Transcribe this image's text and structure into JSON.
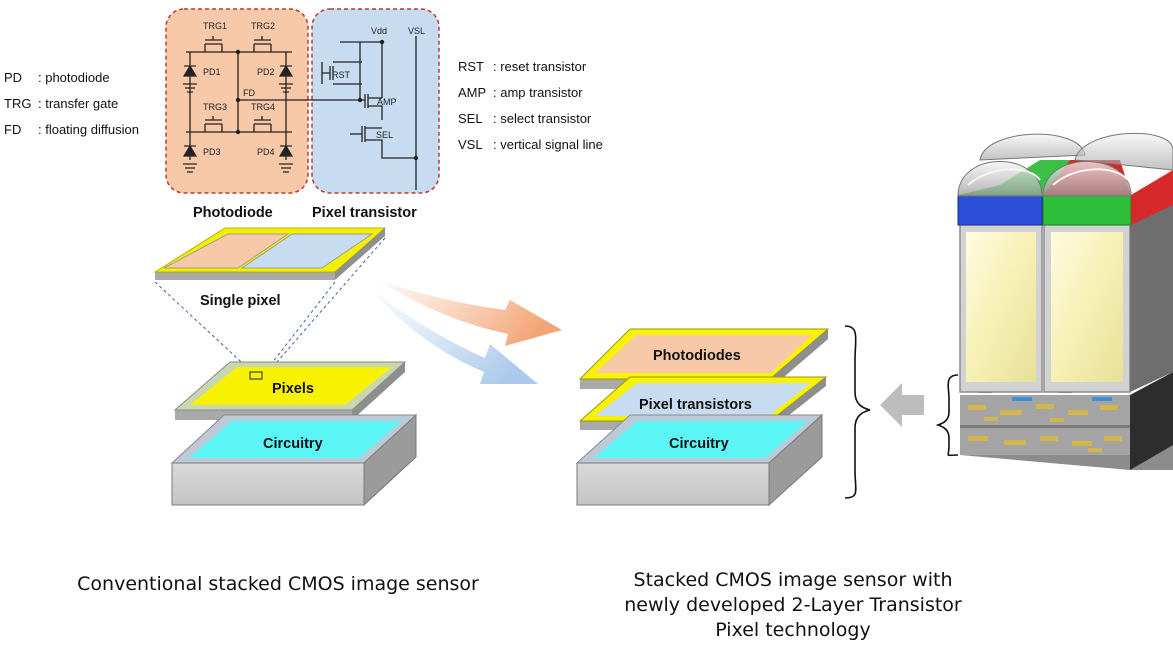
{
  "legend_left": [
    {
      "abbr": "PD",
      "desc": ": photodiode"
    },
    {
      "abbr": "TRG",
      "desc": ": transfer gate"
    },
    {
      "abbr": "FD",
      "desc": ": floating diffusion"
    }
  ],
  "legend_right": [
    {
      "abbr": "RST",
      "desc": ": reset transistor"
    },
    {
      "abbr": "AMP",
      "desc": ": amp transistor"
    },
    {
      "abbr": "SEL",
      "desc": ": select transistor"
    },
    {
      "abbr": "VSL",
      "desc": ": vertical signal line"
    }
  ],
  "circuit": {
    "trg1": "TRG1",
    "trg2": "TRG2",
    "trg3": "TRG3",
    "trg4": "TRG4",
    "pd1": "PD1",
    "pd2": "PD2",
    "pd3": "PD3",
    "pd4": "PD4",
    "fd": "FD",
    "vdd": "Vdd",
    "vsl": "VSL",
    "rst": "RST",
    "amp": "AMP",
    "sel": "SEL",
    "photodiode_title": "Photodiode",
    "pixel_transistor_title": "Pixel transistor"
  },
  "conventional": {
    "single_pixel": "Single pixel",
    "pixels": "Pixels",
    "circuitry": "Circuitry",
    "caption": "Conventional stacked CMOS image sensor"
  },
  "new_tech": {
    "photodiodes": "Photodiodes",
    "pixel_transistors": "Pixel transistors",
    "circuitry": "Circuitry",
    "caption_lines": [
      "Stacked CMOS image sensor with",
      "newly developed 2-Layer Transistor",
      "Pixel technology"
    ]
  },
  "colors": {
    "photodiode_fill": "#f8c9a9",
    "transistor_fill": "#c7dcf0",
    "pixel_yellow": "#f7f200",
    "circuitry_cyan": "#5cf5f5",
    "dashed_red": "#c0392b"
  }
}
